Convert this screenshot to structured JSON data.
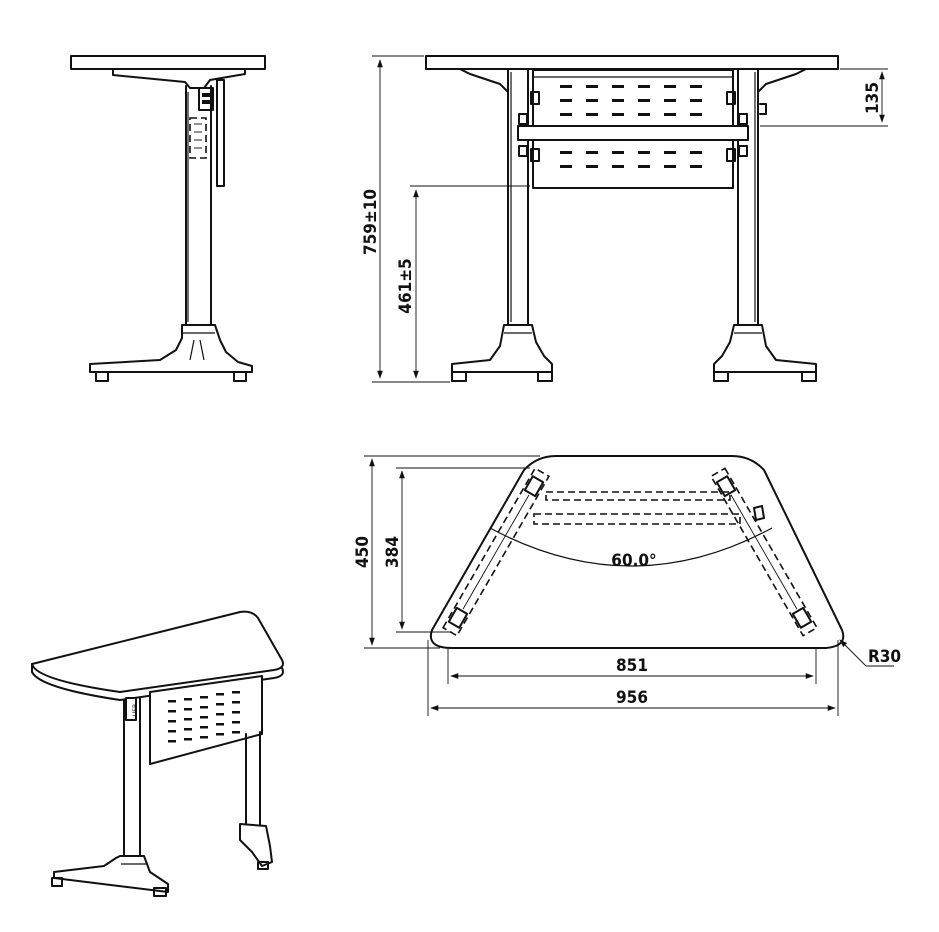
{
  "dimensions": {
    "total_height": "759±10",
    "under_panel_height": "461±5",
    "top_to_beam": "135",
    "depth": "450",
    "inner_depth": "384",
    "leg_angle": "60.0°",
    "short_edge_width": "851",
    "long_edge_width": "956",
    "corner_radius": "R30"
  },
  "labels": {
    "usb_label": "USB"
  },
  "colors": {
    "line": "#111111",
    "background": "#ffffff"
  }
}
